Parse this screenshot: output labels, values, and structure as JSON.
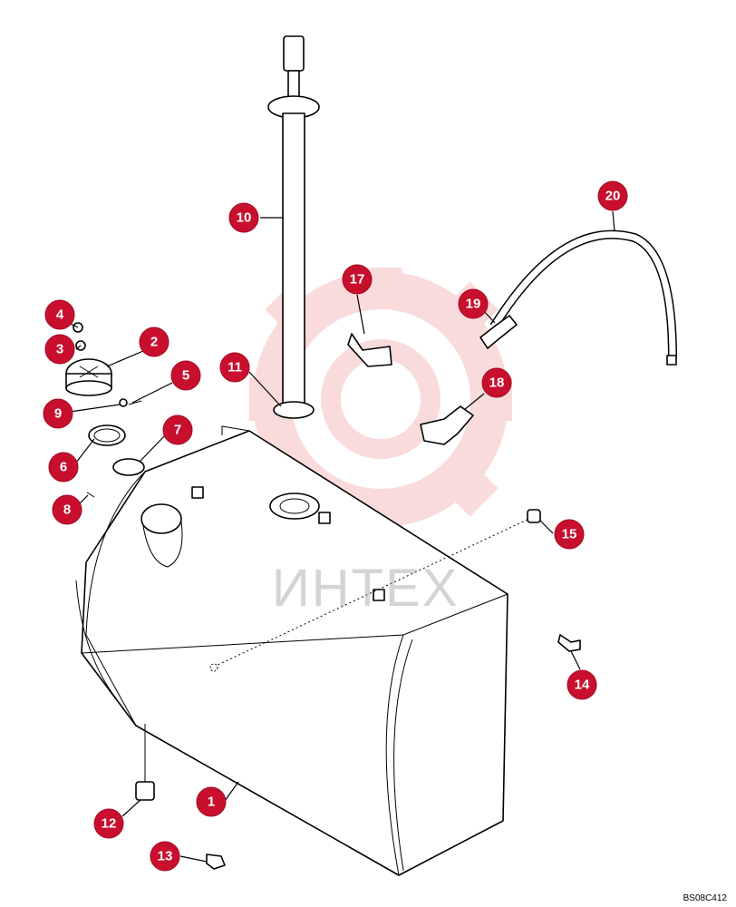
{
  "watermark": {
    "text": "ИНТЕХ",
    "color": "#f3b7b7"
  },
  "drawing_code": "BS08C412",
  "callout_color": "#c8102e",
  "callouts": [
    {
      "id": 1,
      "label": "1"
    },
    {
      "id": 2,
      "label": "2"
    },
    {
      "id": 3,
      "label": "3"
    },
    {
      "id": 4,
      "label": "4"
    },
    {
      "id": 5,
      "label": "5"
    },
    {
      "id": 6,
      "label": "6"
    },
    {
      "id": 7,
      "label": "7"
    },
    {
      "id": 8,
      "label": "8"
    },
    {
      "id": 9,
      "label": "9"
    },
    {
      "id": 10,
      "label": "10"
    },
    {
      "id": 11,
      "label": "11"
    },
    {
      "id": 12,
      "label": "12"
    },
    {
      "id": 13,
      "label": "13"
    },
    {
      "id": 14,
      "label": "14"
    },
    {
      "id": 15,
      "label": "15"
    },
    {
      "id": 17,
      "label": "17"
    },
    {
      "id": 18,
      "label": "18"
    },
    {
      "id": 19,
      "label": "19"
    },
    {
      "id": 20,
      "label": "20"
    }
  ]
}
